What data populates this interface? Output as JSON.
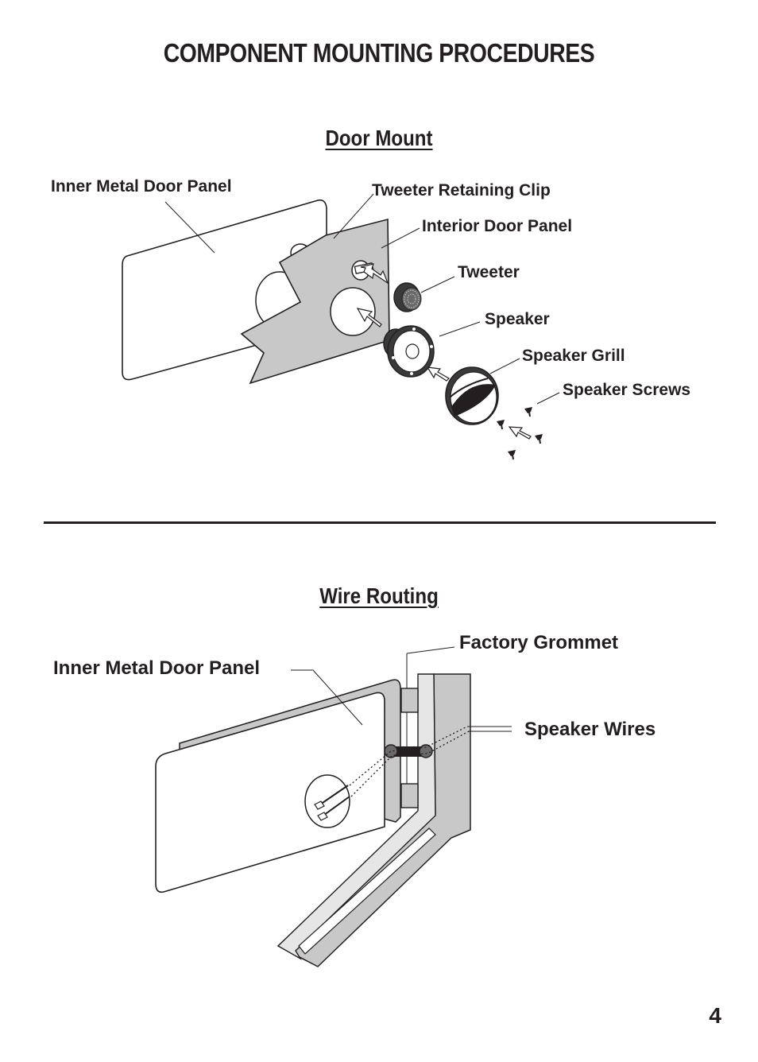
{
  "page": {
    "title": "COMPONENT MOUNTING PROCEDURES",
    "page_number": "4"
  },
  "door_mount": {
    "heading": "Door Mount",
    "labels": {
      "inner_metal_door_panel": "Inner Metal Door Panel",
      "tweeter_retaining_clip": "Tweeter Retaining Clip",
      "interior_door_panel": "Interior Door Panel",
      "tweeter": "Tweeter",
      "speaker": "Speaker",
      "speaker_grill": "Speaker Grill",
      "speaker_screws": "Speaker Screws"
    }
  },
  "wire_routing": {
    "heading": "Wire Routing",
    "labels": {
      "factory_grommet": "Factory Grommet",
      "inner_metal_door_panel": "Inner Metal Door Panel",
      "speaker_wires": "Speaker Wires"
    }
  },
  "colors": {
    "ink": "#231f20",
    "panel_gray": "#c8c8c8",
    "light_gray": "#e6e6e6"
  }
}
